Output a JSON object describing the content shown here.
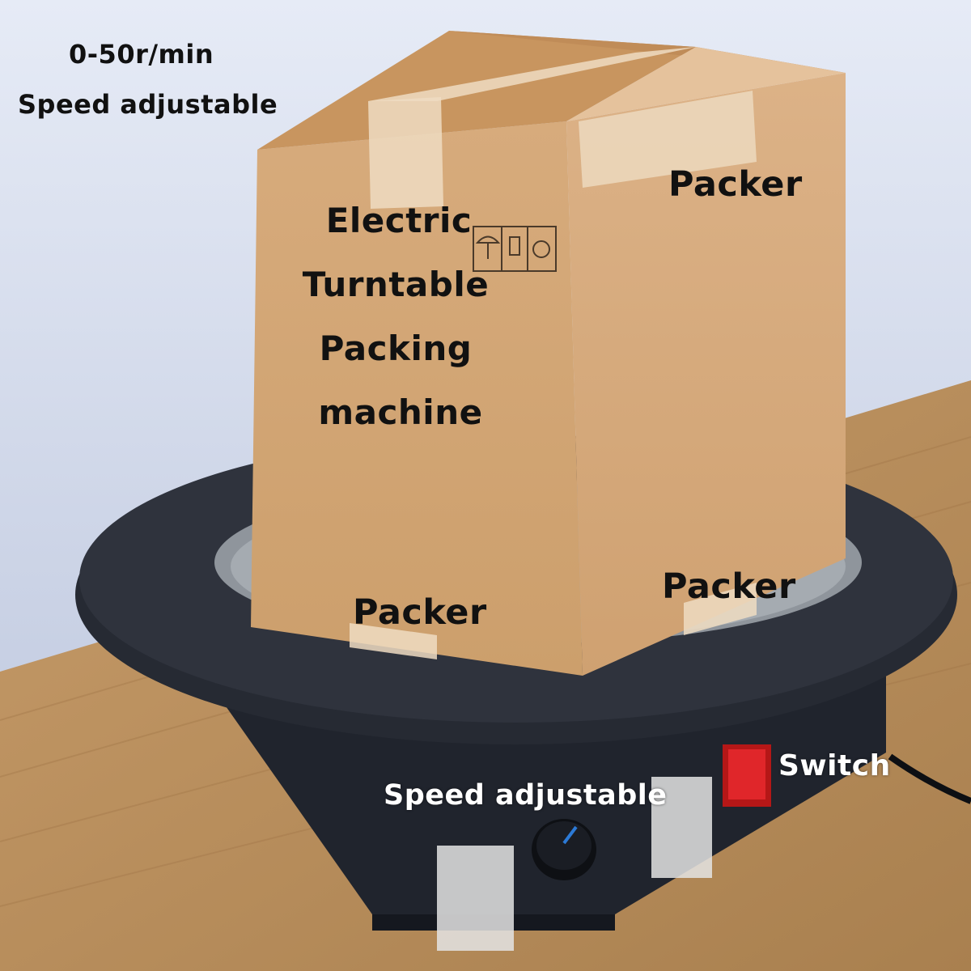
{
  "labels": {
    "speed_range": "0-50r/min",
    "speed_adjustable_top": "Speed adjustable",
    "packer_top_right": "Packer",
    "title_line1": "Electric",
    "title_line2": "Turntable",
    "title_line3": "Packing",
    "title_line4": "machine",
    "packer_right": "Packer",
    "packer_left": "Packer",
    "switch": "Switch",
    "speed_adjustable_knob": "Speed adjustable"
  },
  "colors": {
    "wall": "#c7d0e4",
    "wood": "#b48856",
    "turntable": "#1e222b",
    "box": "#d2a574",
    "tape": "#e8d3b4",
    "switch": "#d81e1e"
  }
}
